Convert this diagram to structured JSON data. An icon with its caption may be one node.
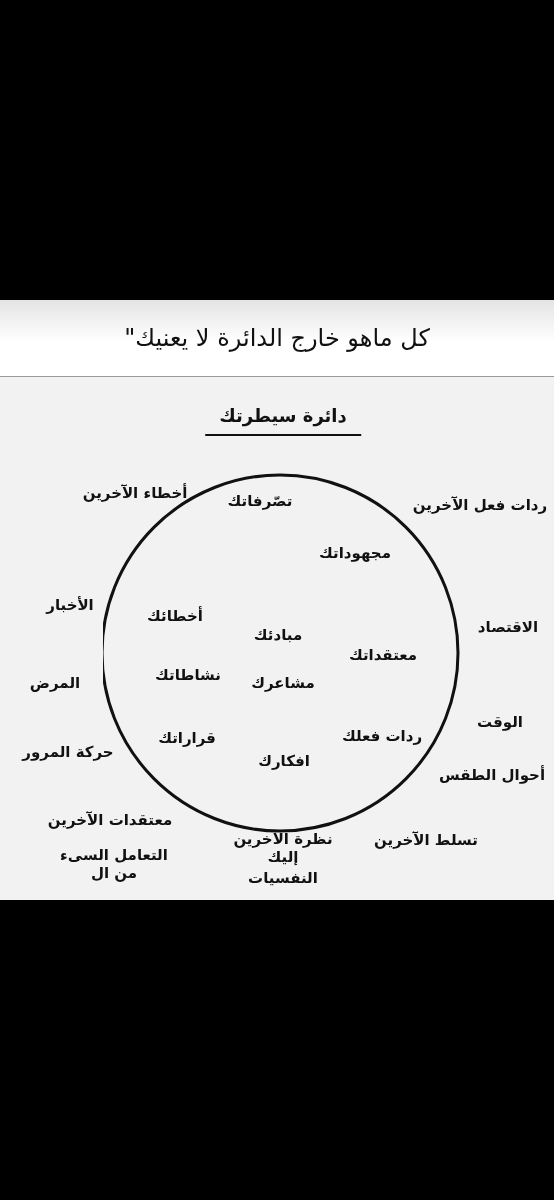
{
  "diagram": {
    "title": "كل ماهو خارج الدائرة لا يعنيك\"",
    "nodes": [
      {
        "text": [
          "دائرة سيطرتك"
        ]
      },
      {
        "text": [
          "تصّرفاتك"
        ],
        "in": 0
      },
      {
        "text": [
          "مجهوداتك"
        ],
        "in": 0
      },
      {
        "text": [
          "أخطائك"
        ],
        "in": 0
      },
      {
        "text": [
          "مبادئك"
        ],
        "in": 0
      },
      {
        "text": [
          "معتقداتك"
        ],
        "in": 0
      },
      {
        "text": [
          "نشاطاتك"
        ],
        "in": 0
      },
      {
        "text": [
          "مشاعرك"
        ],
        "in": 0
      },
      {
        "text": [
          "ردات فعلك"
        ],
        "in": 0
      },
      {
        "text": [
          "قراراتك"
        ],
        "in": 0
      },
      {
        "text": [
          "افكارك"
        ],
        "in": 0
      }
    ],
    "labels": [
      "أخطاء الآخرين",
      "ردات فعل الآخرين",
      "الأخبار",
      "الاقتصاد",
      "المرض",
      "الوقت",
      "حركة المرور",
      "أحوال الطقس",
      "معتقدات الآخرين",
      "تسلط الآخرين",
      "نظرة الآخرين إليك",
      "التعامل السىء من ال",
      "النفسيات"
    ]
  }
}
